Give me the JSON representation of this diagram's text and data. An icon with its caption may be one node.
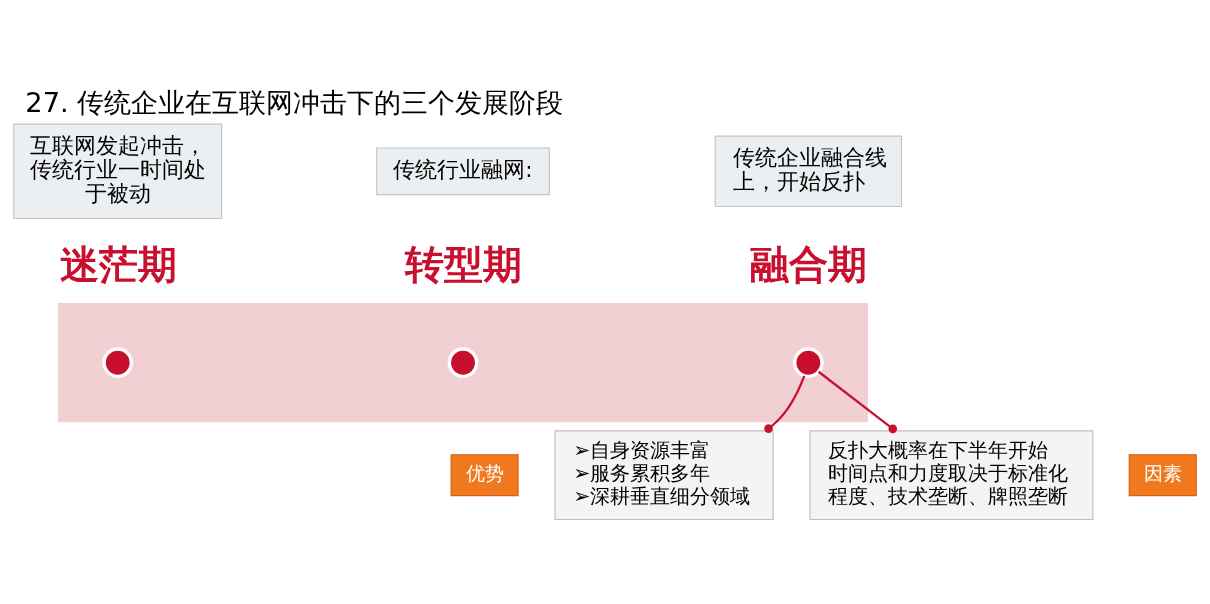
{
  "diagram": {
    "title": "27. 传统企业在互联网冲击下的三个发展阶段",
    "nodes": [
      {
        "text": [
          "互联网发起冲击，传统行业一时间处于被动"
        ],
        "beside": [
          "迷茫期"
        ]
      },
      {
        "text": [
          "传统行业融网:"
        ],
        "beside": [
          "转型期"
        ]
      },
      {
        "text": [
          "传统企业融合线上，开始反扑"
        ],
        "beside": [
          "融合期"
        ]
      },
      {
        "text": [],
        "shape": "arrow"
      },
      {
        "text": [],
        "shape": "circle",
        "in": 3
      },
      {
        "text": [],
        "shape": "circle",
        "in": 3
      },
      {
        "text": [],
        "shape": "circle",
        "in": 3
      },
      {
        "text": [
          "优势"
        ]
      },
      {
        "text": [
          "➢自身资源丰富",
          "➢服务累积多年",
          "➢深耕垂直细分领域"
        ]
      },
      {
        "text": [
          "反扑大概率在下半年开始",
          "时间点和力度取决于标准化程度、技术垄断、牌照垄断"
        ]
      },
      {
        "text": [
          "因素"
        ]
      }
    ],
    "edges": [
      {
        "from": 6,
        "to": 8,
        "arrow": "other"
      },
      {
        "from": 6,
        "to": 9,
        "arrow": "other"
      }
    ]
  }
}
